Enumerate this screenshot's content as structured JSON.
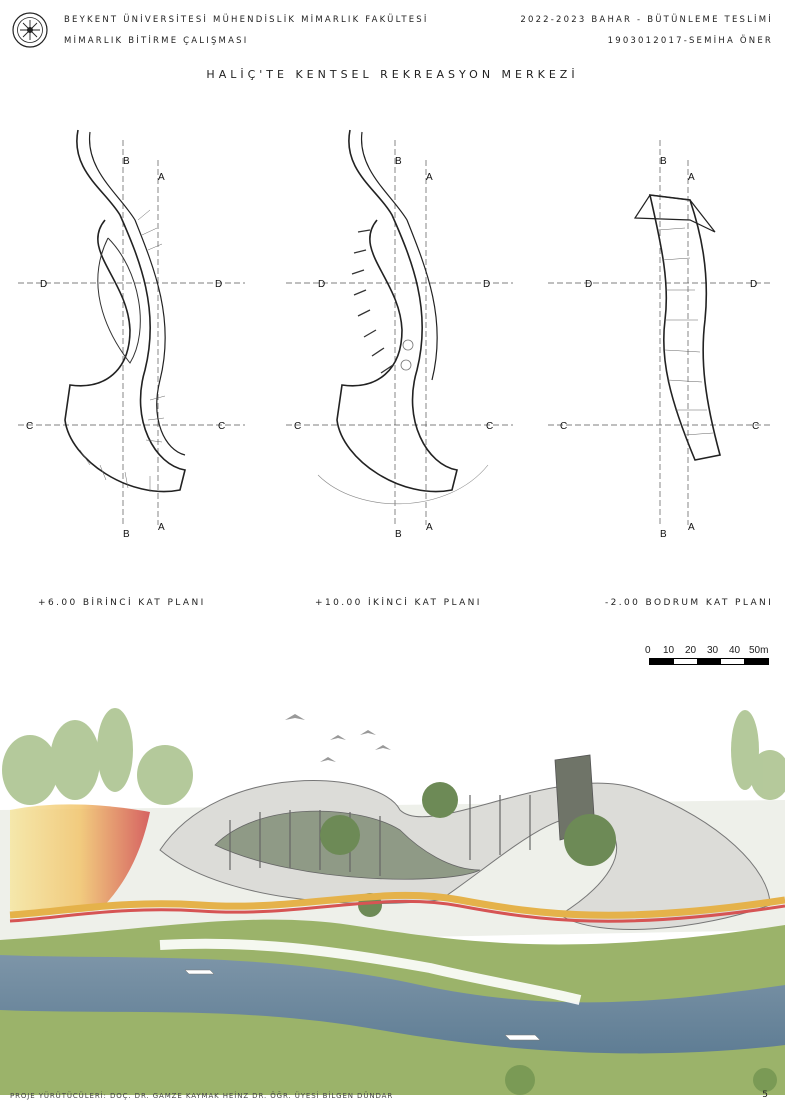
{
  "header": {
    "faculty": "BEYKENT ÜNİVERSİTESİ MÜHENDİSLİK MİMARLIK FAKÜLTESİ",
    "course": "MİMARLIK BİTİRME ÇALIŞMASI",
    "term": "2022-2023 BAHAR - BÜTÜNLEME TESLİMİ",
    "student": "1903012017-SEMİHA ÖNER"
  },
  "title": "HALİÇ'TE KENTSEL REKREASYON MERKEZİ",
  "section_marks": {
    "a": "A",
    "b": "B",
    "c": "C",
    "d": "D"
  },
  "plans": [
    {
      "caption": "+6.00 BİRİNCİ KAT PLANI"
    },
    {
      "caption": "+10.00 İKİNCİ KAT PLANI"
    },
    {
      "caption": "-2.00 BODRUM KAT PLANI"
    }
  ],
  "scale": {
    "ticks": [
      "0",
      "10",
      "20",
      "30",
      "40",
      "50m"
    ]
  },
  "footer": {
    "credits": "PROJE YÜRÜTÜCÜLERİ: DOÇ. DR. GAMZE KAYMAK HEİNZ DR. ÖĞR. ÜYESİ BİLGEN DÜNDAR",
    "page": "5"
  },
  "colors": {
    "ink": "#222222",
    "grass": "#9bb36a",
    "water": "#6f8aa0",
    "heat_red": "#d24a4a",
    "heat_yellow": "#f2d36b"
  }
}
